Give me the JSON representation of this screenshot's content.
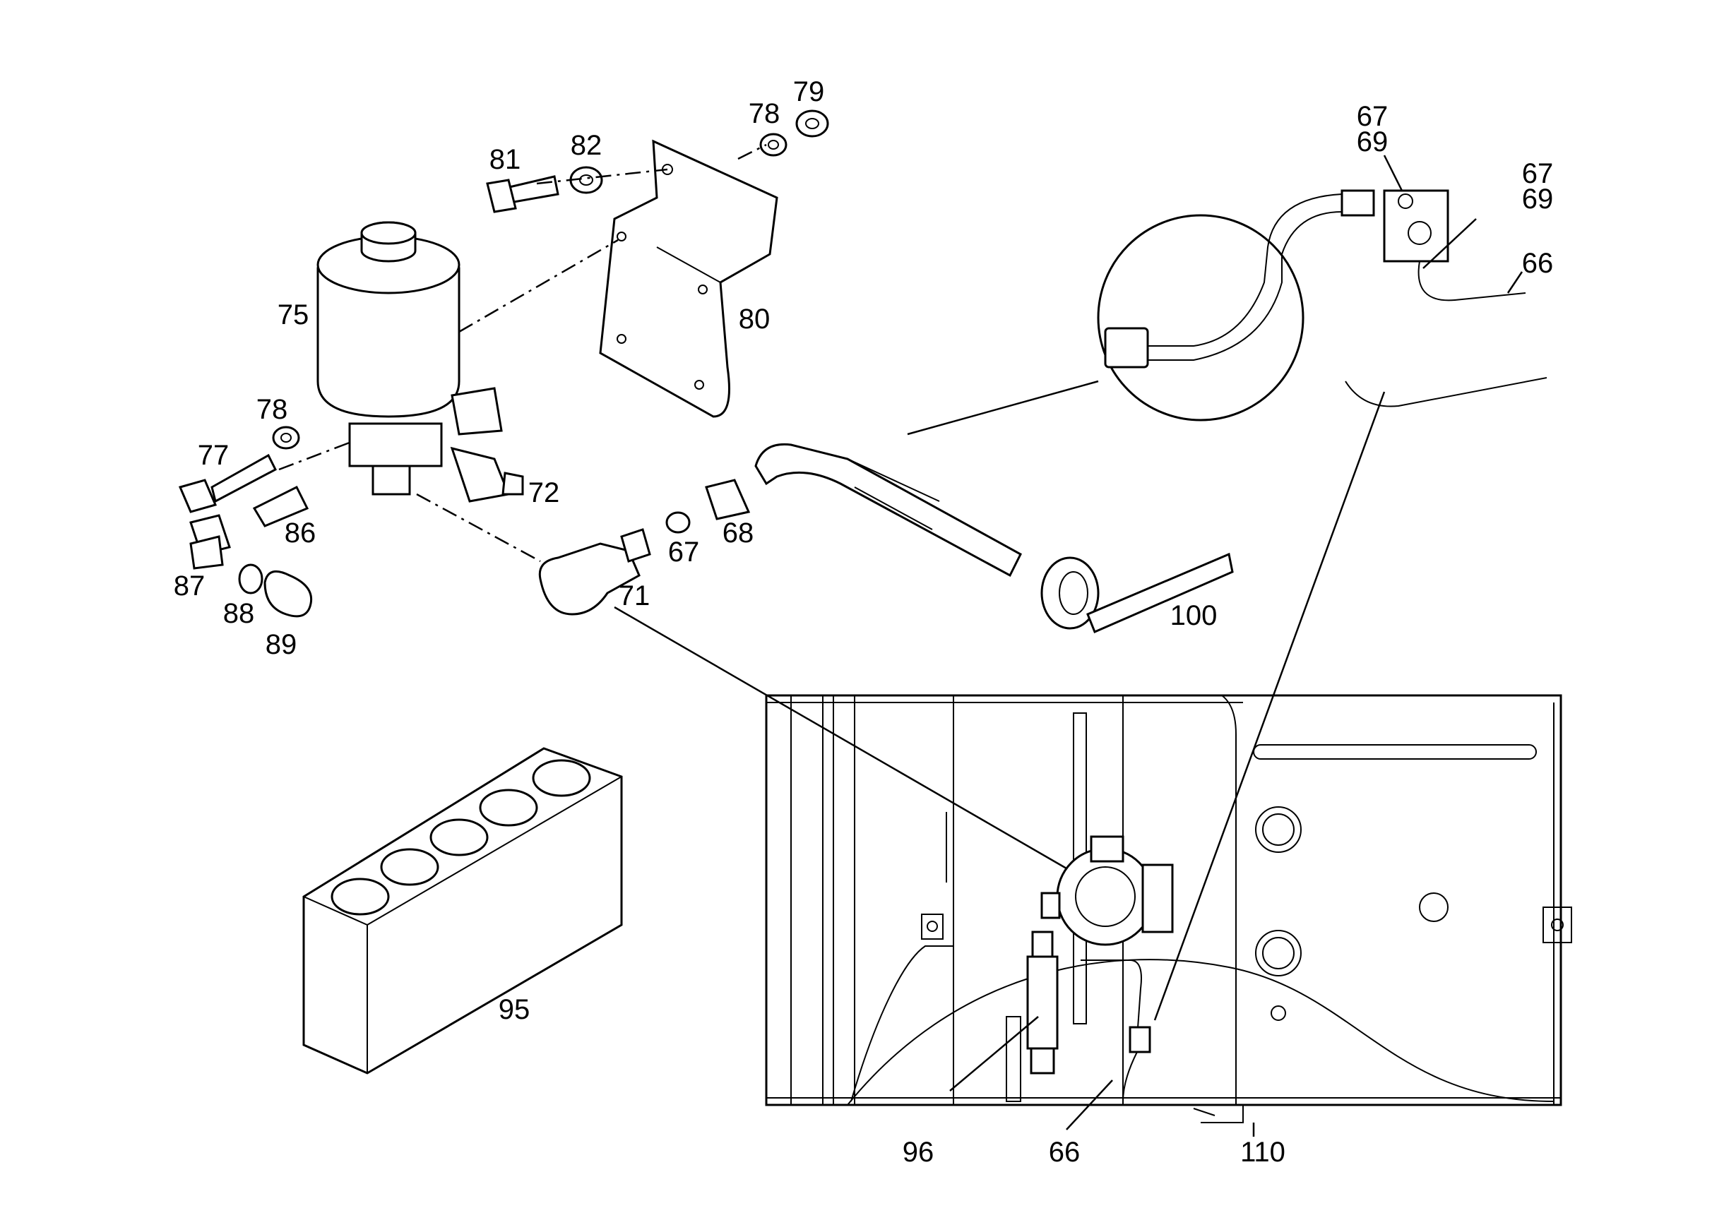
{
  "diagram": {
    "callouts": {
      "c67a": "67",
      "c69a": "69",
      "c67b": "67",
      "c69b": "69",
      "c66a": "66",
      "c79": "79",
      "c78a": "78",
      "c81": "81",
      "c82": "82",
      "c75": "75",
      "c80": "80",
      "c78b": "78",
      "c77": "77",
      "c72": "72",
      "c86": "86",
      "c87": "87",
      "c88": "88",
      "c89": "89",
      "c71": "71",
      "c67c": "67",
      "c68": "68",
      "c100": "100",
      "c95": "95",
      "c96": "96",
      "c66b": "66",
      "c110": "110"
    }
  }
}
